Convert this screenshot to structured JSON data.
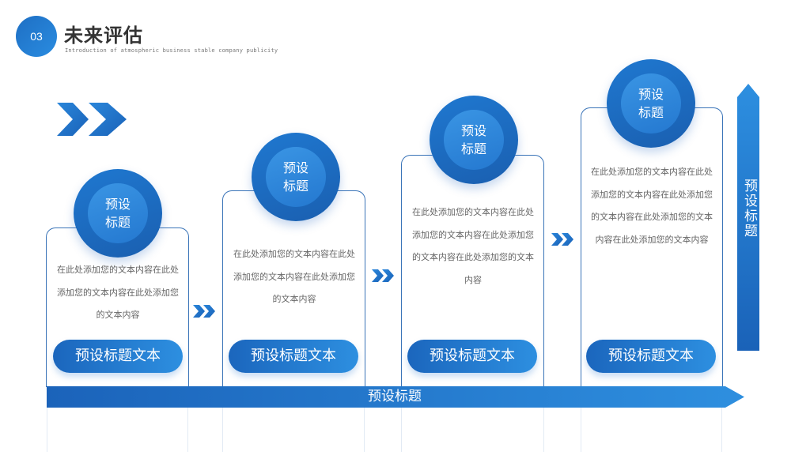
{
  "header": {
    "number": "03",
    "title": "未来评估",
    "subtitle": "Introduction of atmospheric business stable company publicity"
  },
  "colors": {
    "primary": "#1e6fc4",
    "primary_light": "#2d8fe0",
    "card_border": "#3a74b8",
    "body_text": "#666666",
    "title_text": "#333333"
  },
  "steps": [
    {
      "circle_line1": "预设",
      "circle_line2": "标题",
      "description": "在此处添加您的文本内容在此处添加您的文本内容在此处添加您的文本内容",
      "button": "预设标题文本"
    },
    {
      "circle_line1": "预设",
      "circle_line2": "标题",
      "description": "在此处添加您的文本内容在此处添加您的文本内容在此处添加您的文本内容",
      "button": "预设标题文本"
    },
    {
      "circle_line1": "预设",
      "circle_line2": "标题",
      "description": "在此处添加您的文本内容在此处添加您的文本内容在此处添加您的文本内容在此处添加您的文本内容",
      "button": "预设标题文本"
    },
    {
      "circle_line1": "预设",
      "circle_line2": "标题",
      "description": "在此处添加您的文本内容在此处添加您的文本内容在此处添加您的文本内容在此处添加您的文本内容在此处添加您的文本内容",
      "button": "预设标题文本"
    }
  ],
  "base_arrow": {
    "label": "预设标题"
  },
  "vertical_arrow": {
    "label": "预设标题"
  },
  "icons": {
    "large_chevron": "double-chevron-right-icon",
    "step_chevron": "double-chevron-right-icon"
  }
}
